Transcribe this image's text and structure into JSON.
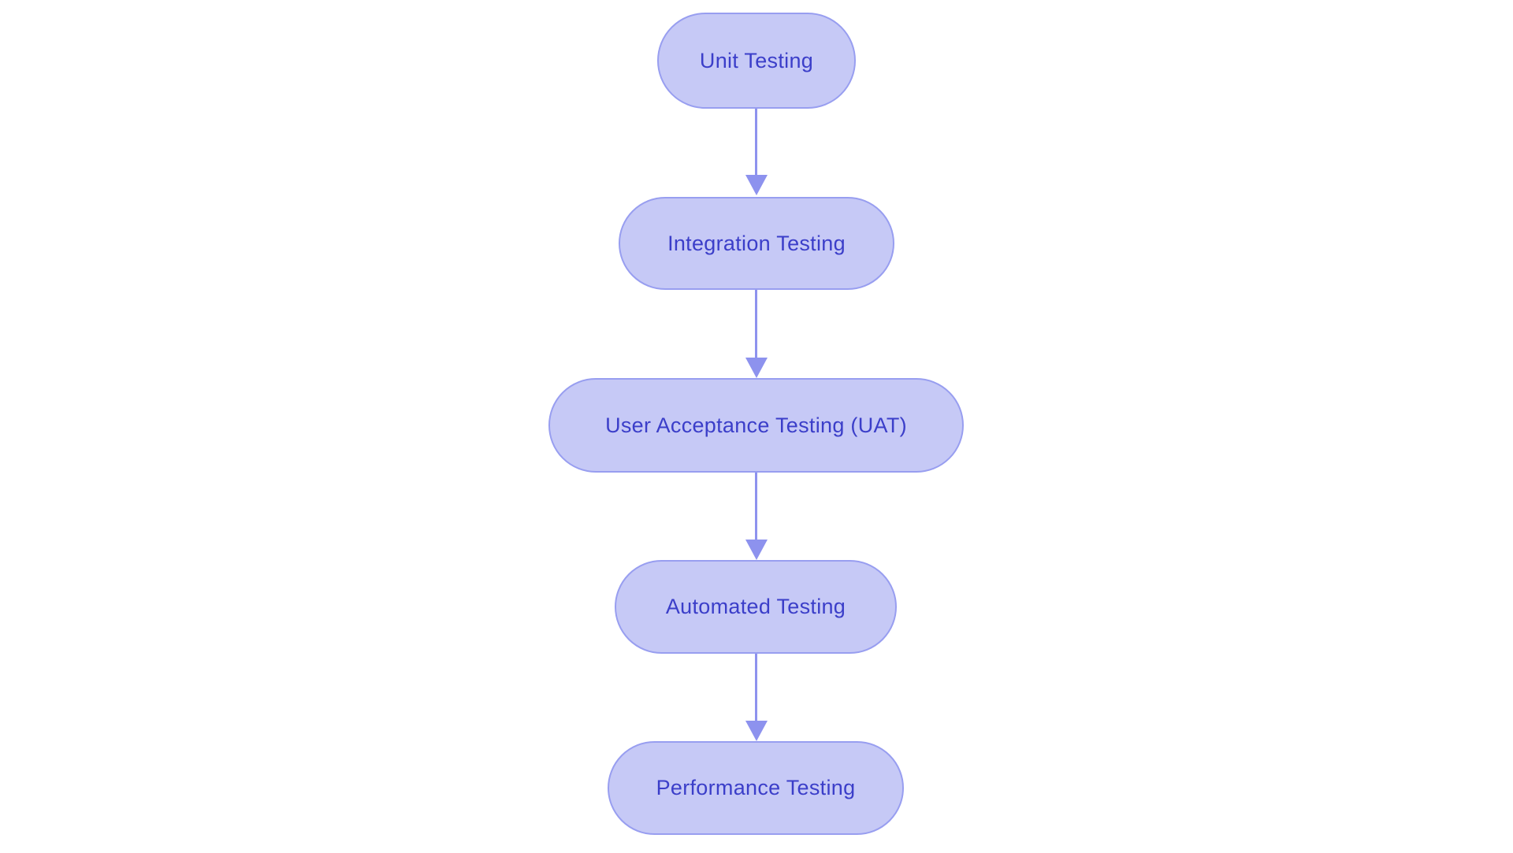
{
  "diagram": {
    "type": "flowchart",
    "direction": "top-down",
    "colors": {
      "background": "#ffffff",
      "node_fill": "#c6c9f6",
      "node_border": "#989ef0",
      "node_text": "#3b3ec9",
      "arrow": "#8d92ee"
    },
    "nodes": [
      {
        "id": "unit-testing",
        "label": "Unit Testing"
      },
      {
        "id": "integration-testing",
        "label": "Integration Testing"
      },
      {
        "id": "user-acceptance-testing",
        "label": "User Acceptance Testing (UAT)"
      },
      {
        "id": "automated-testing",
        "label": "Automated Testing"
      },
      {
        "id": "performance-testing",
        "label": "Performance Testing"
      }
    ],
    "edges": [
      {
        "from": "unit-testing",
        "to": "integration-testing"
      },
      {
        "from": "integration-testing",
        "to": "user-acceptance-testing"
      },
      {
        "from": "user-acceptance-testing",
        "to": "automated-testing"
      },
      {
        "from": "automated-testing",
        "to": "performance-testing"
      }
    ]
  }
}
